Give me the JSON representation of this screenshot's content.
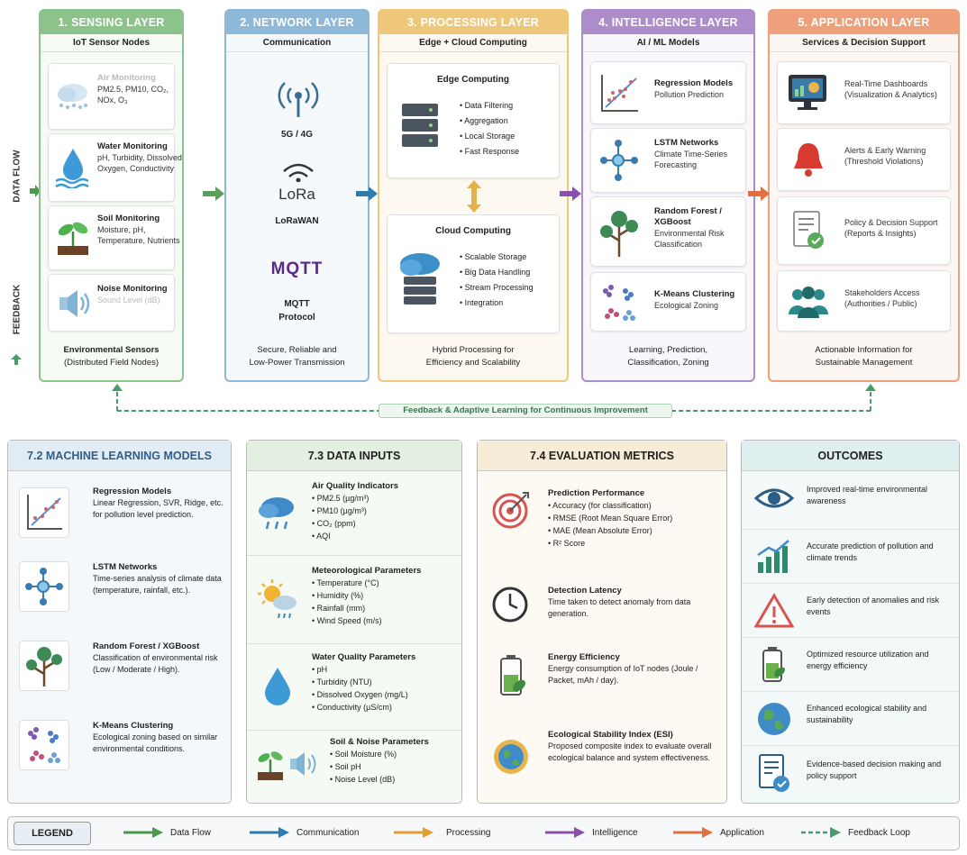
{
  "side": {
    "data_flow": "DATA FLOW",
    "feedback": "FEEDBACK"
  },
  "layers": [
    {
      "title": "1. SENSING LAYER",
      "subtitle": "IoT Sensor Nodes",
      "color": "#5aa05a",
      "head": "#8cc38a",
      "footer_title": "Environmental Sensors",
      "footer_sub": "(Distributed Field Nodes)",
      "items": [
        {
          "title": "Air Monitoring",
          "desc": "PM2.5, PM10, CO₂, NOx, O₃",
          "icon": "cloud-icon"
        },
        {
          "title": "Water Monitoring",
          "desc": "pH, Turbidity, Dissolved Oxygen, Conductivity",
          "icon": "water-drop-icon"
        },
        {
          "title": "Soil Monitoring",
          "desc": "Moisture, pH, Temperature, Nutrients",
          "icon": "plant-icon"
        },
        {
          "title": "Noise Monitoring",
          "desc": "Sound Level (dB)",
          "icon": "speaker-icon"
        }
      ]
    },
    {
      "title": "2. NETWORK LAYER",
      "subtitle": "Communication",
      "color": "#3f84b8",
      "head": "#8db8d8",
      "footer_title": "Secure, Reliable and",
      "footer_sub": "Low-Power Transmission",
      "items": [
        {
          "title": "5G / 4G",
          "icon": "antenna-icon"
        },
        {
          "title": "LoRa",
          "sub": "LoRaWAN",
          "icon": "wifi-icon"
        },
        {
          "title": "MQTT",
          "sub": "MQTT Protocol",
          "icon": "mqtt-logo"
        }
      ]
    },
    {
      "title": "3. PROCESSING LAYER",
      "subtitle": "Edge + Cloud Computing",
      "color": "#e3a63c",
      "head": "#eec77a",
      "footer_title": "Hybrid Processing for",
      "footer_sub": "Efficiency and Scalability",
      "edge": {
        "title": "Edge Computing",
        "bullets": [
          "Data Filtering",
          "Aggregation",
          "Local Storage",
          "Fast Response"
        ]
      },
      "cloud": {
        "title": "Cloud Computing",
        "bullets": [
          "Scalable Storage",
          "Big Data Handling",
          "Stream Processing",
          "Integration"
        ]
      }
    },
    {
      "title": "4. INTELLIGENCE LAYER",
      "subtitle": "AI / ML Models",
      "color": "#8b5eb1",
      "head": "#ad8ccb",
      "footer_title": "Learning, Prediction,",
      "footer_sub": "Classification, Zoning",
      "items": [
        {
          "title": "Regression Models",
          "desc": "Pollution Prediction",
          "icon": "scatter-chart-icon"
        },
        {
          "title": "LSTM Networks",
          "desc": "Climate Time-Series Forecasting",
          "icon": "network-nodes-icon"
        },
        {
          "title": "Random Forest / XGBoost",
          "desc": "Environmental Risk Classification",
          "icon": "tree-icon"
        },
        {
          "title": "K-Means Clustering",
          "desc": "Ecological Zoning",
          "icon": "clusters-icon"
        }
      ]
    },
    {
      "title": "5. APPLICATION LAYER",
      "subtitle": "Services & Decision Support",
      "color": "#e07a45",
      "head": "#eda07a",
      "footer_title": "Actionable Information for",
      "footer_sub": "Sustainable Management",
      "items": [
        {
          "title": "Real-Time Dashboards",
          "desc": "(Visualization & Analytics)",
          "icon": "monitor-icon"
        },
        {
          "title": "Alerts & Early Warning",
          "desc": "(Threshold Violations)",
          "icon": "bell-icon"
        },
        {
          "title": "Policy & Decision Support",
          "desc": "(Reports & Insights)",
          "icon": "report-icon"
        },
        {
          "title": "Stakeholders Access",
          "desc": "(Authorities / Public)",
          "icon": "people-icon"
        }
      ]
    }
  ],
  "feedback_label": "Feedback & Adaptive Learning for Continuous Improvement",
  "ml_panel": {
    "title": "7.2 MACHINE LEARNING MODELS",
    "items": [
      {
        "title": "Regression Models",
        "desc": "Linear Regression, SVR, Ridge, etc. for pollution level prediction."
      },
      {
        "title": "LSTM Networks",
        "desc": "Time-series analysis of climate data (temperature, rainfall, etc.)."
      },
      {
        "title": "Random Forest / XGBoost",
        "desc": "Classification of environmental risk (Low / Moderate / High)."
      },
      {
        "title": "K-Means Clustering",
        "desc": "Ecological zoning based on similar environmental conditions."
      }
    ]
  },
  "inputs_panel": {
    "title": "7.3 DATA INPUTS",
    "groups": [
      {
        "title": "Air Quality Indicators",
        "items": [
          "PM2.5 (µg/m³)",
          "PM10 (µg/m³)",
          "CO₂ (ppm)",
          "AQI"
        ]
      },
      {
        "title": "Meteorological Parameters",
        "items": [
          "Temperature (°C)",
          "Humidity (%)",
          "Rainfall (mm)",
          "Wind Speed (m/s)"
        ]
      },
      {
        "title": "Water Quality Parameters",
        "items": [
          "pH",
          "Turbidity (NTU)",
          "Dissolved Oxygen (mg/L)",
          "Conductivity (µS/cm)"
        ]
      },
      {
        "title": "Soil & Noise Parameters",
        "items": [
          "Soil Moisture (%)",
          "Soil pH",
          "Noise Level (dB)"
        ]
      }
    ]
  },
  "metrics_panel": {
    "title": "7.4 EVALUATION METRICS",
    "items": [
      {
        "title": "Prediction Performance",
        "bullets": [
          "Accuracy (for classification)",
          "RMSE (Root Mean Square Error)",
          "MAE (Mean Absolute Error)",
          "R² Score"
        ]
      },
      {
        "title": "Detection Latency",
        "desc": "Time taken to detect anomaly from data generation."
      },
      {
        "title": "Energy Efficiency",
        "desc": "Energy consumption of IoT nodes (Joule / Packet, mAh / day)."
      },
      {
        "title": "Ecological Stability Index (ESI)",
        "desc": "Proposed composite index to evaluate overall ecological balance and system effectiveness."
      }
    ]
  },
  "outcomes_panel": {
    "title": "OUTCOMES",
    "items": [
      "Improved real-time environmental awareness",
      "Accurate prediction of pollution and climate trends",
      "Early detection of anomalies and risk events",
      "Optimized resource utilization and energy efficiency",
      "Enhanced ecological stability and sustainability",
      "Evidence-based decision making and policy support"
    ]
  },
  "legend": {
    "title": "LEGEND",
    "items": [
      {
        "label": "Data Flow",
        "color": "#4a9a4a"
      },
      {
        "label": "Communication",
        "color": "#2f7bb0"
      },
      {
        "label": "Processing",
        "color": "#e0a030"
      },
      {
        "label": "Intelligence",
        "color": "#8b4fb0"
      },
      {
        "label": "Application",
        "color": "#e07040"
      },
      {
        "label": "Feedback Loop",
        "color": "#4a9a6a"
      }
    ]
  }
}
